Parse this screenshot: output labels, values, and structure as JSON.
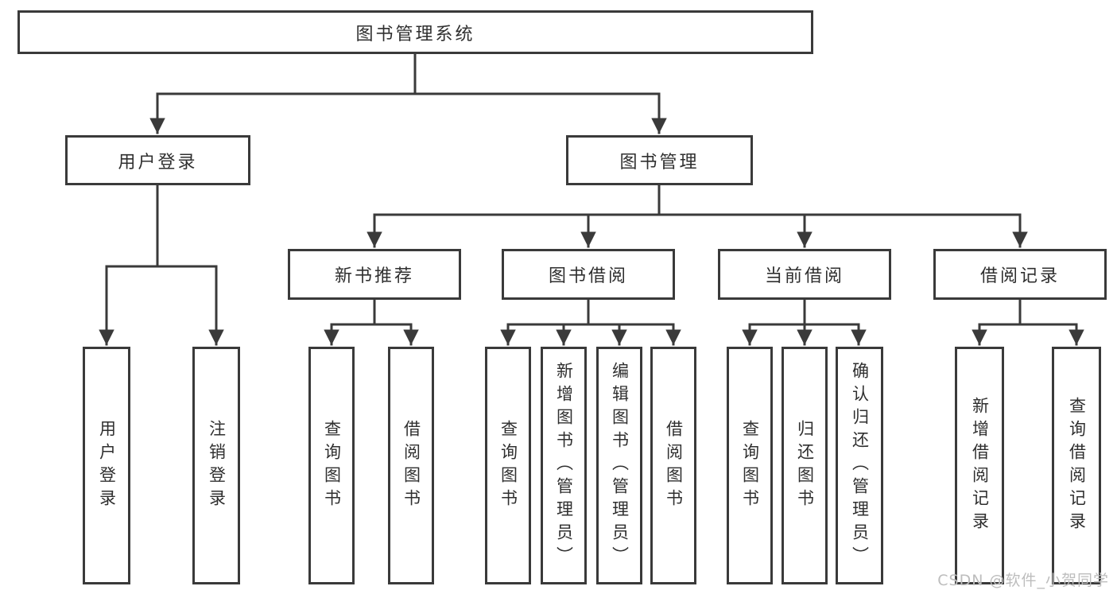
{
  "diagram": {
    "title": "图书管理系统",
    "root": "图书管理系统",
    "level2": {
      "user_login": "用户登录",
      "book_mgmt": "图书管理"
    },
    "level3": {
      "new_books": "新书推荐",
      "book_borrow": "图书借阅",
      "current_borrow": "当前借阅",
      "borrow_records": "借阅记录"
    },
    "leaves": {
      "user_login": [
        "用户登录",
        "注销登录"
      ],
      "new_books": [
        "查询图书",
        "借阅图书"
      ],
      "book_borrow": [
        "查询图书",
        "新增图书（管理员）",
        "编辑图书（管理员）",
        "借阅图书"
      ],
      "current_borrow": [
        "查询图书",
        "归还图书",
        "确认归还（管理员）"
      ],
      "borrow_records": [
        "新增借阅记录",
        "查询借阅记录"
      ]
    }
  },
  "watermark": "CSDN @软件_小贺同学",
  "colors": {
    "line": "#3a3a3a",
    "text": "#2f2f2f",
    "watermark": "#bdbdbd",
    "background": "#ffffff"
  }
}
